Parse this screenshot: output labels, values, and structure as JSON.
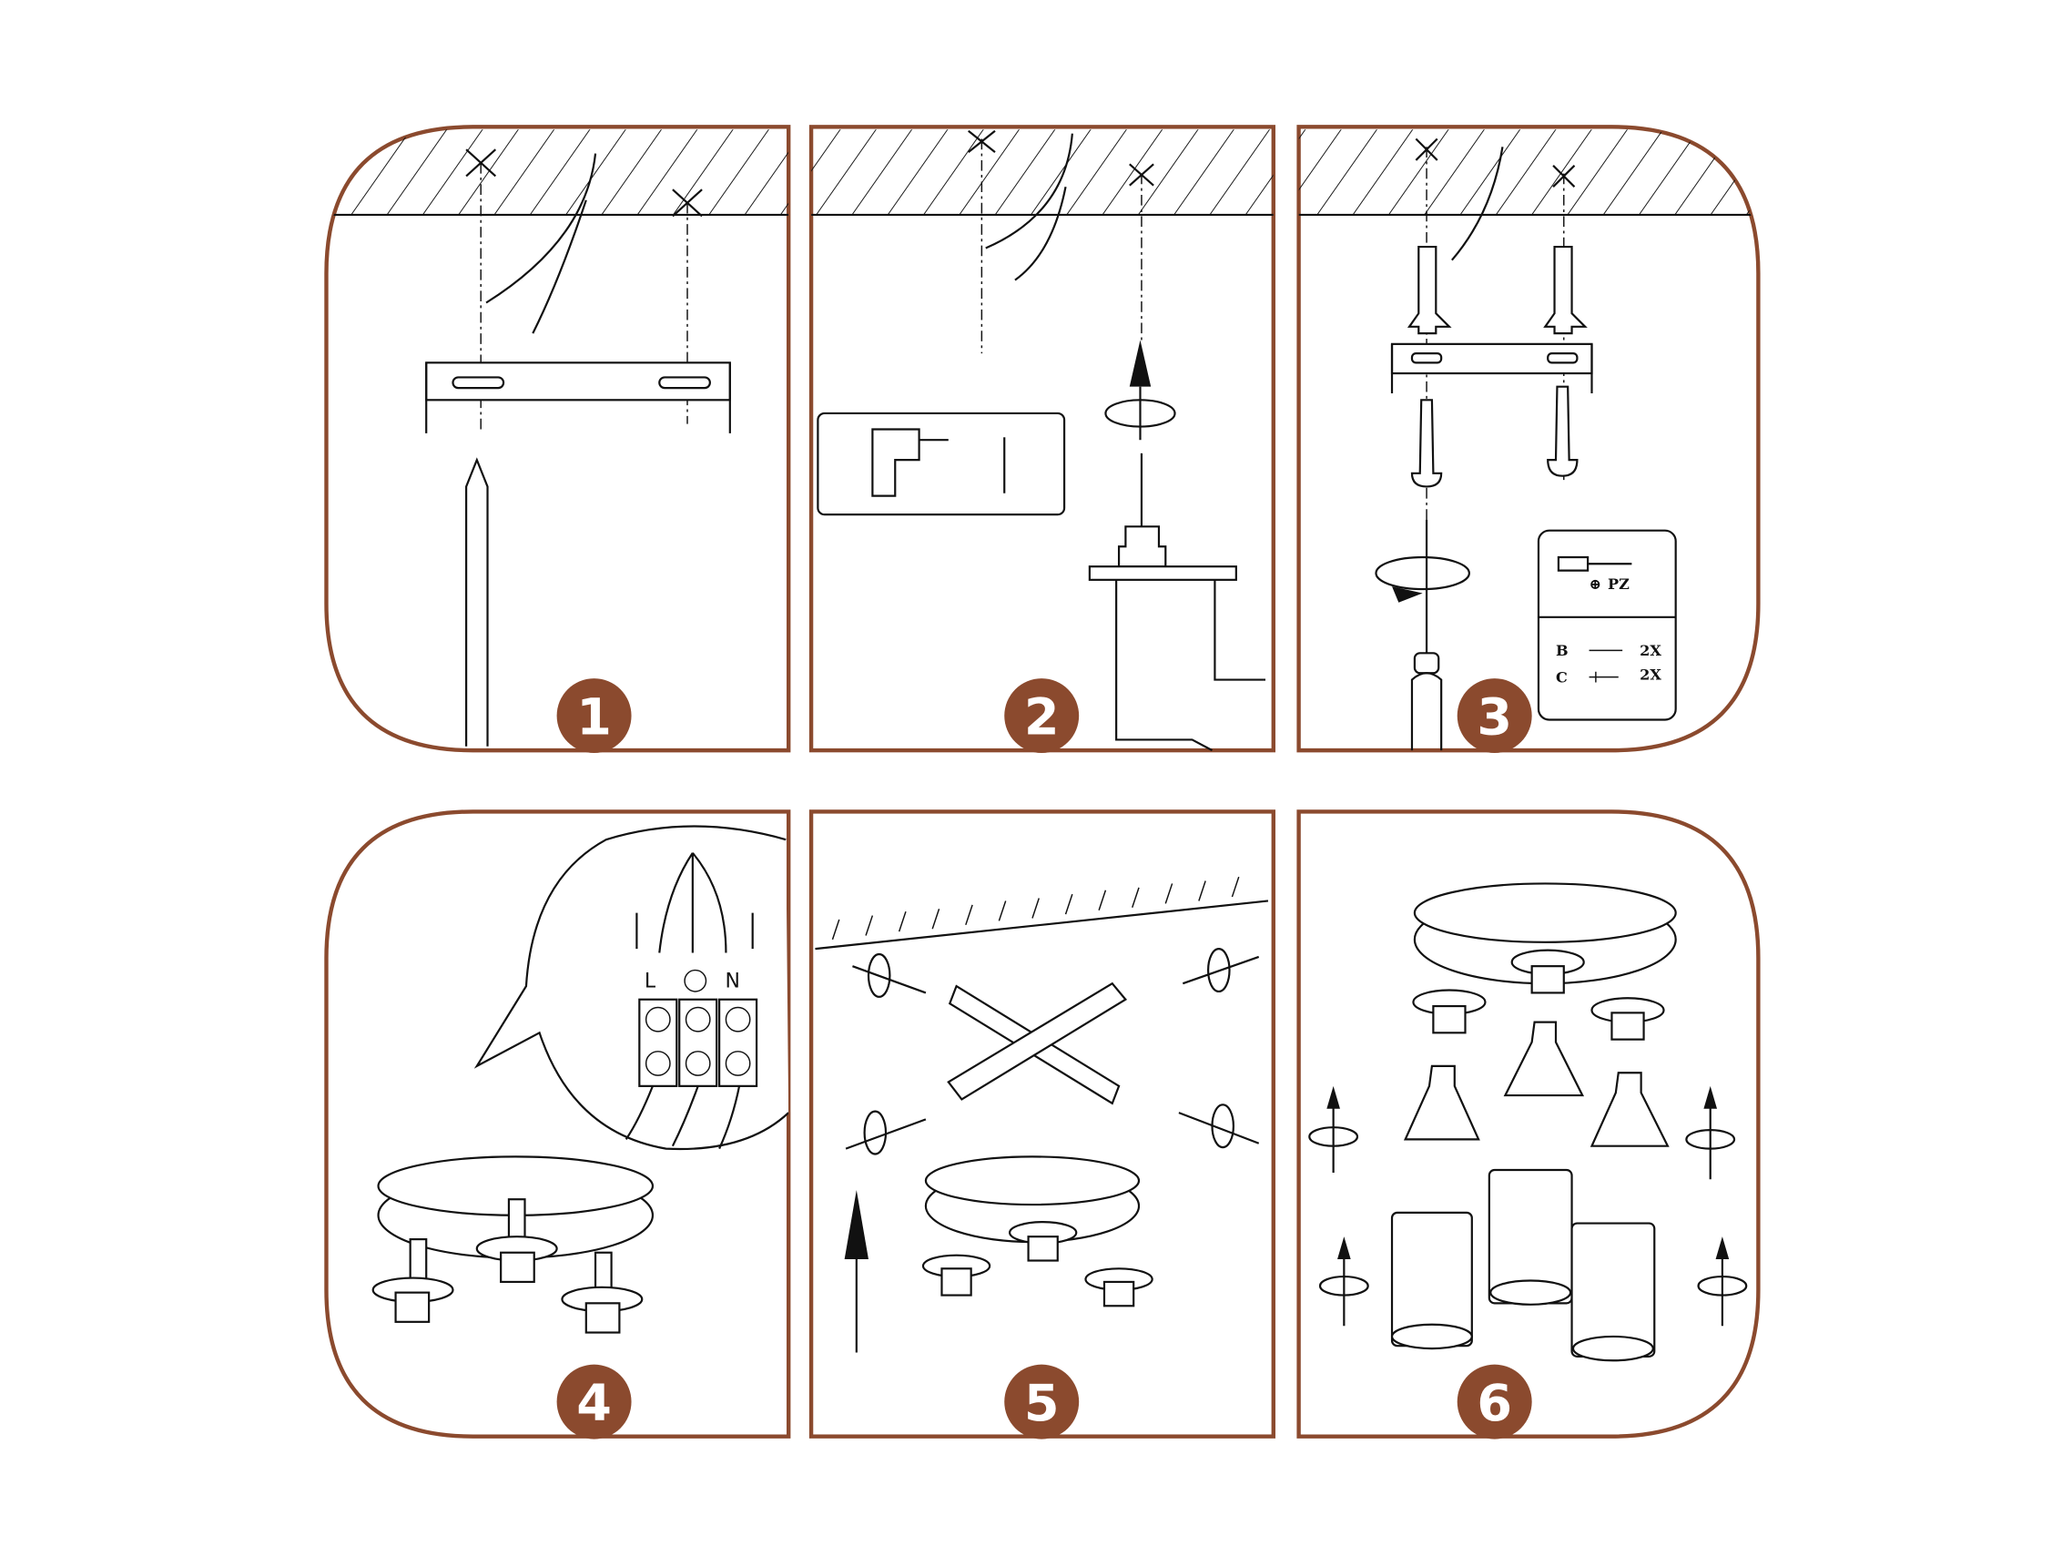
{
  "steps": [
    {
      "number": "1"
    },
    {
      "number": "2"
    },
    {
      "number": "3"
    },
    {
      "number": "4"
    },
    {
      "number": "5"
    },
    {
      "number": "6"
    }
  ],
  "tools_box": {
    "bit_type": "PZ",
    "parts": [
      {
        "code": "B",
        "qty": "2X"
      },
      {
        "code": "C",
        "qty": "2X"
      }
    ]
  },
  "wiring": {
    "live": "L",
    "neutral": "N"
  },
  "colors": {
    "accent": "#8B4A2E"
  }
}
